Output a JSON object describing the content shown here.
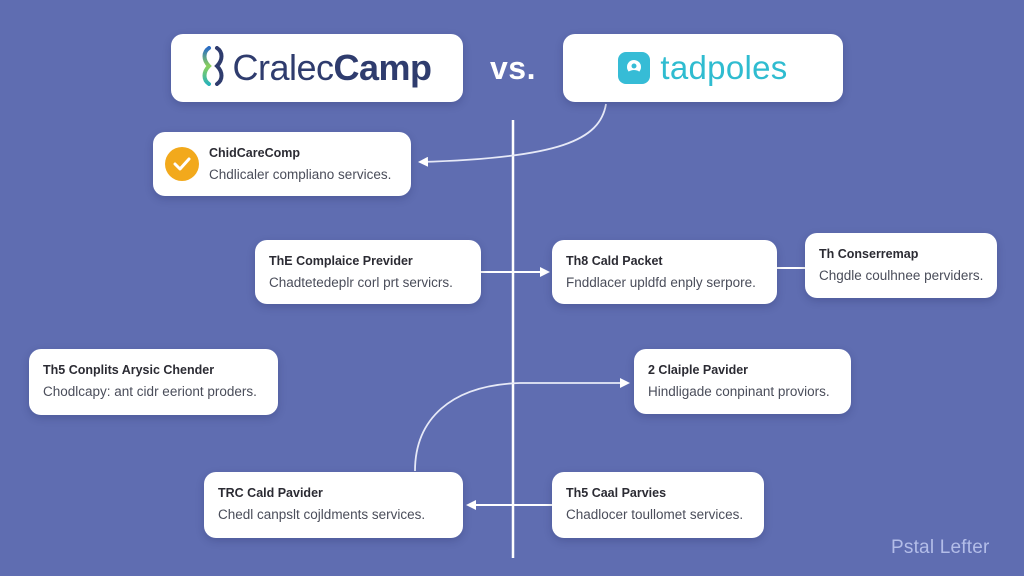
{
  "header": {
    "left_brand": {
      "name_light": "Cralec",
      "name_bold": "Camp",
      "icon": "double-loop-logo-icon"
    },
    "vs_label": "vs.",
    "right_brand": {
      "name": "tadpoles",
      "icon": "tadpole-face-logo-icon"
    }
  },
  "cards": [
    {
      "id": "childcarecomp",
      "title": "ChidCareComp",
      "desc": "Chdlicaler compliano services.",
      "icon": "check-circle-icon"
    },
    {
      "id": "compliance-provider",
      "title": "ThE Complaice Previder",
      "desc": "Chadtetedeplr corl prt servicrs."
    },
    {
      "id": "cald-packet",
      "title": "Th8 Cald Packet",
      "desc": "Fnddlacer upldfd enply serpore."
    },
    {
      "id": "conserremap",
      "title": "Th Conserremap",
      "desc": "Chgdle coulhnee perviders."
    },
    {
      "id": "complets-arysic-chender",
      "title": "Th5 Conplits Arysic Chender",
      "desc": "Chodlcapy: ant cidr eeriont proders."
    },
    {
      "id": "claiple-pavider",
      "title": "2 Claiple Pavider",
      "desc": "Hindligade conpinant proviors."
    },
    {
      "id": "trc-cald-pavider",
      "title": "TRC Cald Pavider",
      "desc": "Chedl canpslt cojldments services."
    },
    {
      "id": "cal-parvies",
      "title": "Th5 Caal Parvies",
      "desc": "Chadlocer toullomet services."
    }
  ],
  "watermark": "Pstal Lefter",
  "colors": {
    "background": "#5f6db1",
    "card": "#ffffff",
    "brand_dark": "#2f3c6e",
    "tadpoles_teal": "#2fbcd0",
    "check_orange": "#f2a91c",
    "connector": "#ffffff"
  }
}
